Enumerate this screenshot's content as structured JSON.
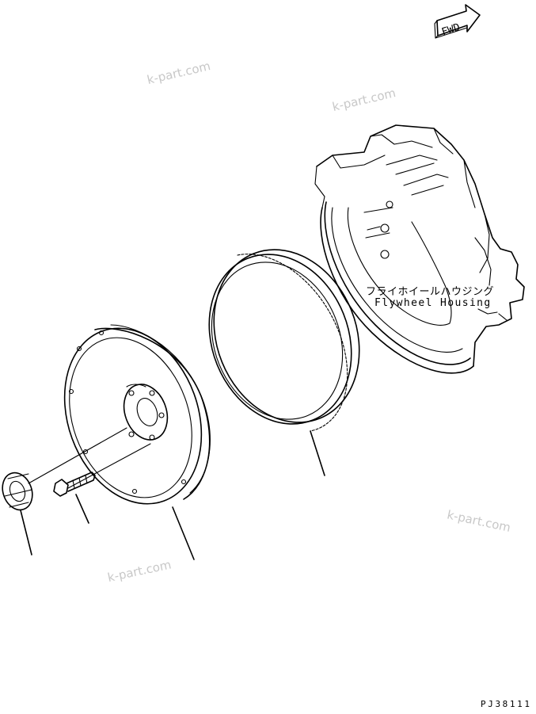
{
  "forward_indicator": {
    "text": "FWD"
  },
  "housing_label": {
    "japanese": "フライホイールハウジング",
    "english": "Flywheel Housing"
  },
  "drawing_number": "PJ38111",
  "watermarks": [
    "k-part.com",
    "k-part.com",
    "k-part.com",
    "k-part.com"
  ]
}
